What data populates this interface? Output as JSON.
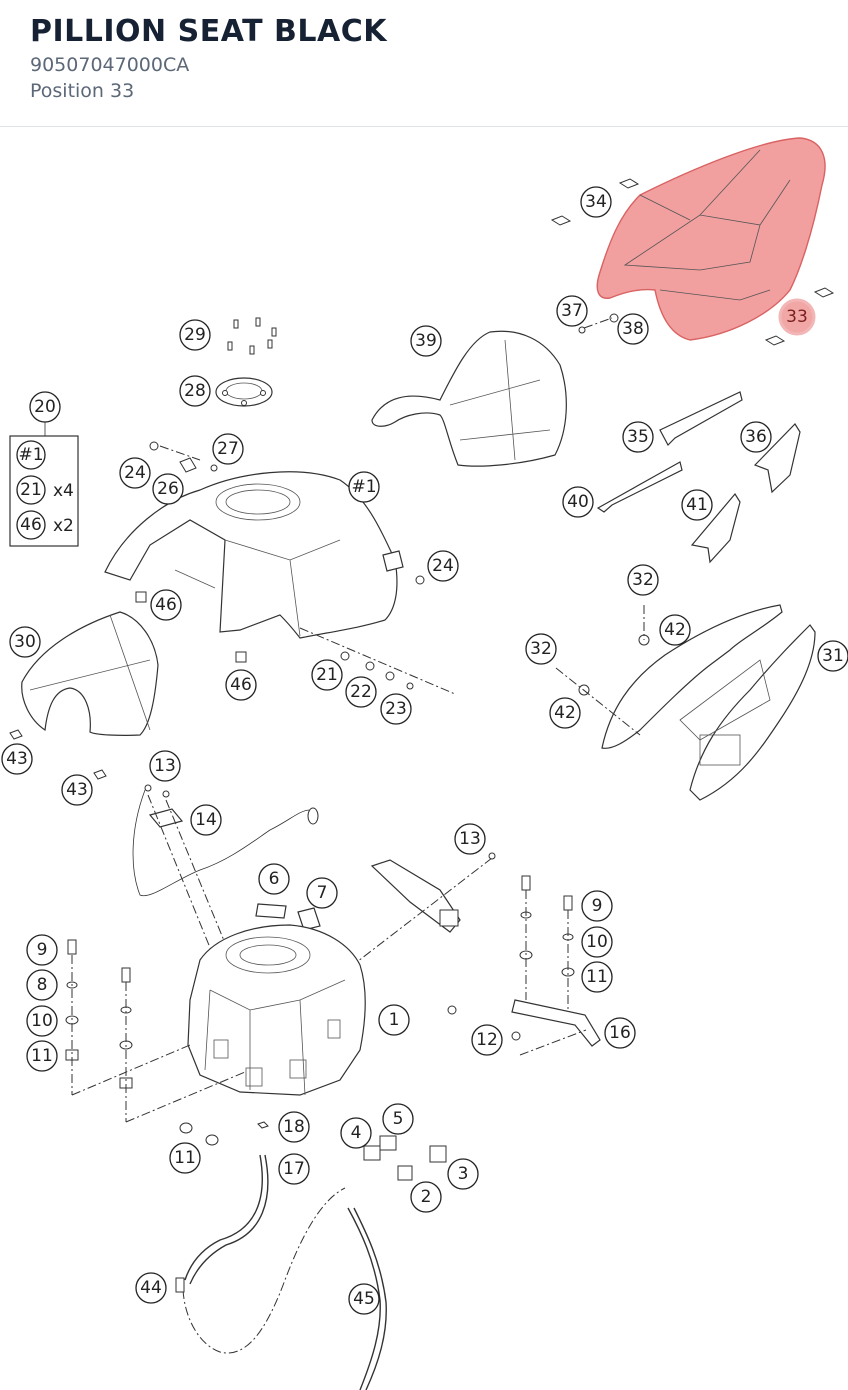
{
  "header": {
    "title": "PILLION SEAT BLACK",
    "part_number": "90507047000CA",
    "position": "Position 33"
  },
  "highlight": {
    "color": "#ee7f7f",
    "active_callout": "33"
  },
  "diagram": {
    "legend": {
      "group_label": "20",
      "rows": [
        {
          "ref": "#1",
          "qty": ""
        },
        {
          "ref": "21",
          "qty": "x4"
        },
        {
          "ref": "46",
          "qty": "x2"
        }
      ]
    },
    "callouts": {
      "c34": "34",
      "c33": "33",
      "c37": "37",
      "c38": "38",
      "c39": "39",
      "c29": "29",
      "c28": "28",
      "c20": "20",
      "c27": "27",
      "c24a": "24",
      "c26": "26",
      "c1h": "#1",
      "c24b": "24",
      "c35": "35",
      "c36": "36",
      "c40": "40",
      "c41": "41",
      "c46a": "46",
      "c30": "30",
      "c46b": "46",
      "c21": "21",
      "c22": "22",
      "c23": "23",
      "c32a": "32",
      "c42a": "42",
      "c32b": "32",
      "c31": "31",
      "c42b": "42",
      "c43a": "43",
      "c43b": "43",
      "c13a": "13",
      "c14": "14",
      "c13b": "13",
      "c6": "6",
      "c7": "7",
      "c9a": "9",
      "c9b": "9",
      "c8": "8",
      "c10a": "10",
      "c10b": "10",
      "c11a": "11",
      "c11b": "11",
      "c1": "1",
      "c12": "12",
      "c16": "16",
      "c18": "18",
      "c5": "5",
      "c4": "4",
      "c3": "3",
      "c11c": "11",
      "c17": "17",
      "c2": "2",
      "c44": "44",
      "c45": "45"
    }
  }
}
